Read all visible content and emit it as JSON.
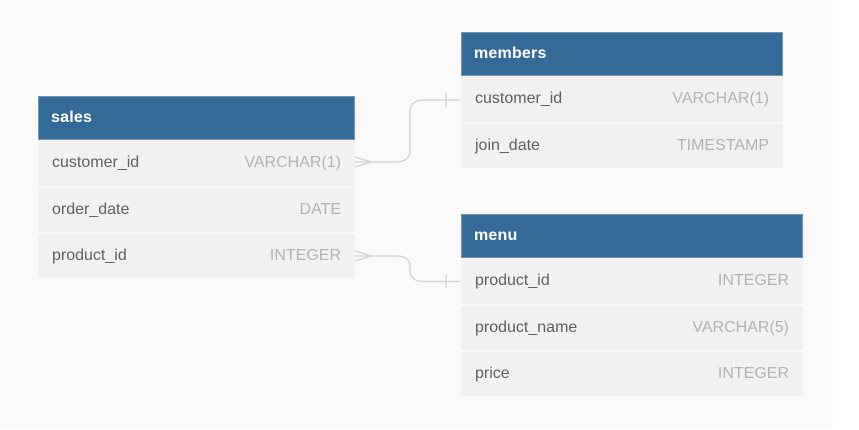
{
  "diagram": {
    "type": "entity-relationship",
    "tables": [
      {
        "title": "sales",
        "fields": [
          {
            "name": "customer_id",
            "type": "VARCHAR(1)"
          },
          {
            "name": "order_date",
            "type": "DATE"
          },
          {
            "name": "product_id",
            "type": "INTEGER"
          }
        ]
      },
      {
        "title": "members",
        "fields": [
          {
            "name": "customer_id",
            "type": "VARCHAR(1)"
          },
          {
            "name": "join_date",
            "type": "TIMESTAMP"
          }
        ]
      },
      {
        "title": "menu",
        "fields": [
          {
            "name": "product_id",
            "type": "INTEGER"
          },
          {
            "name": "product_name",
            "type": "VARCHAR(5)"
          },
          {
            "name": "price",
            "type": "INTEGER"
          }
        ]
      }
    ],
    "relationships": [
      {
        "from_table": "sales",
        "from_field": "customer_id",
        "to_table": "members",
        "to_field": "customer_id",
        "from_cardinality": "many",
        "to_cardinality": "one"
      },
      {
        "from_table": "sales",
        "from_field": "product_id",
        "to_table": "menu",
        "to_field": "product_id",
        "from_cardinality": "many",
        "to_cardinality": "one"
      }
    ],
    "colors": {
      "table_header_bg": "#336a97",
      "table_header_text": "#ffffff",
      "row_bg": "#f1f1f1",
      "field_name_text": "#5f5f5f",
      "field_type_text": "#b2b2b2",
      "connector_line": "#d4d4d4",
      "canvas_bg": "#fafafa",
      "page_bg": "#ffffff"
    }
  }
}
